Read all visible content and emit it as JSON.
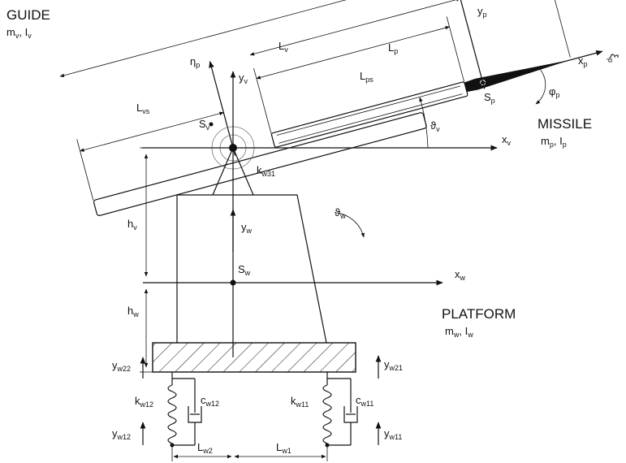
{
  "blocks": {
    "guide": {
      "title": "GUIDE",
      "params": "m",
      "m_sub": "v",
      "sep": ", I",
      "i_sub": "v"
    },
    "missile": {
      "title": "MISSILE",
      "params": "m",
      "m_sub": "p",
      "sep": ", I",
      "i_sub": "p"
    },
    "platform": {
      "title": "PLATFORM",
      "params": "m",
      "m_sub": "w",
      "sep": ", I",
      "i_sub": "w"
    }
  },
  "labels": {
    "Lv": {
      "base": "L",
      "sub": "v"
    },
    "Lp": {
      "base": "L",
      "sub": "p"
    },
    "Lps": {
      "base": "L",
      "sub": "ps"
    },
    "Lvs": {
      "base": "L",
      "sub": "vs"
    },
    "yp": {
      "base": "y",
      "sub": "p"
    },
    "xp": {
      "base": "x",
      "sub": "p"
    },
    "xip": {
      "base": "ξ",
      "sub": "p"
    },
    "etap": {
      "base": "η",
      "sub": "p"
    },
    "yv": {
      "base": "y",
      "sub": "v"
    },
    "xv": {
      "base": "x",
      "sub": "v"
    },
    "Sv": {
      "base": "S",
      "sub": "v"
    },
    "Sp": {
      "base": "S",
      "sub": "p"
    },
    "phip": {
      "base": "φ",
      "sub": "p"
    },
    "thetav": {
      "base": "ϑ",
      "sub": "v"
    },
    "thetaw": {
      "base": "ϑ",
      "sub": "w"
    },
    "kw31": {
      "base": "k",
      "sub": "w31"
    },
    "hv": {
      "base": "h",
      "sub": "v"
    },
    "hw": {
      "base": "h",
      "sub": "w"
    },
    "yw": {
      "base": "y",
      "sub": "w"
    },
    "Sw": {
      "base": "S",
      "sub": "w"
    },
    "xw": {
      "base": "x",
      "sub": "w"
    },
    "yw22": {
      "base": "y",
      "sub": "w22"
    },
    "yw21": {
      "base": "y",
      "sub": "w21"
    },
    "kw12": {
      "base": "k",
      "sub": "w12"
    },
    "cw12": {
      "base": "c",
      "sub": "w12"
    },
    "kw11": {
      "base": "k",
      "sub": "w11"
    },
    "cw11": {
      "base": "c",
      "sub": "w11"
    },
    "yw12": {
      "base": "y",
      "sub": "w12"
    },
    "yw11": {
      "base": "y",
      "sub": "w11"
    },
    "Lw2": {
      "base": "L",
      "sub": "w2"
    },
    "Lw1": {
      "base": "L",
      "sub": "w1"
    }
  }
}
